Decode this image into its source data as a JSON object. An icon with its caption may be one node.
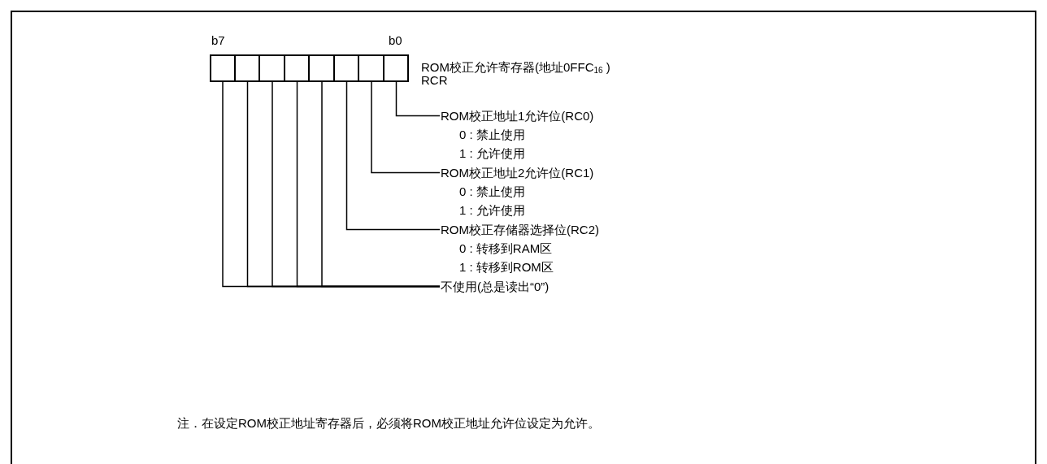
{
  "diagram": {
    "nodes": [
      {
        "text": [],
        "shape": "box"
      },
      {
        "text": [],
        "shape": "box"
      },
      {
        "text": [],
        "shape": "box"
      },
      {
        "text": [],
        "shape": "box"
      },
      {
        "text": [],
        "shape": "box"
      },
      {
        "text": [],
        "shape": "box"
      },
      {
        "text": [],
        "shape": "box"
      },
      {
        "text": [],
        "shape": "box"
      },
      {
        "text": [
          "ROM校正地址1允许位(RC0)",
          "0 : 禁止使用",
          "1 : 允许使用"
        ]
      },
      {
        "text": [
          "ROM校正地址2允许位(RC1)",
          "0 : 禁止使用",
          "1 : 允许使用"
        ]
      },
      {
        "text": [
          "ROM校正存储器选择位(RC2)",
          "0 : 转移到RAM区",
          "1 : 转移到ROM区"
        ]
      },
      {
        "text": [
          "不使用(总是读出“0”)"
        ]
      }
    ],
    "edges": [
      {
        "from": 8,
        "to": 7,
        "arrow": "none"
      },
      {
        "from": 9,
        "to": 6,
        "arrow": "none"
      },
      {
        "from": 10,
        "to": 5,
        "arrow": "none"
      },
      {
        "from": 11,
        "to": 4,
        "arrow": "none"
      },
      {
        "from": 11,
        "to": 3,
        "arrow": "none"
      },
      {
        "from": 11,
        "to": 2,
        "arrow": "none"
      },
      {
        "from": 11,
        "to": 1,
        "arrow": "none"
      },
      {
        "from": 11,
        "to": 0,
        "arrow": "none"
      }
    ],
    "labels": [
      "b7",
      "b0",
      "ROM校正允许寄存器(地址0FFC$_{16}$ )",
      "RCR",
      "注．在设定ROM校正地址寄存器后，必须将ROM校正地址允许位设定为允许。"
    ]
  }
}
